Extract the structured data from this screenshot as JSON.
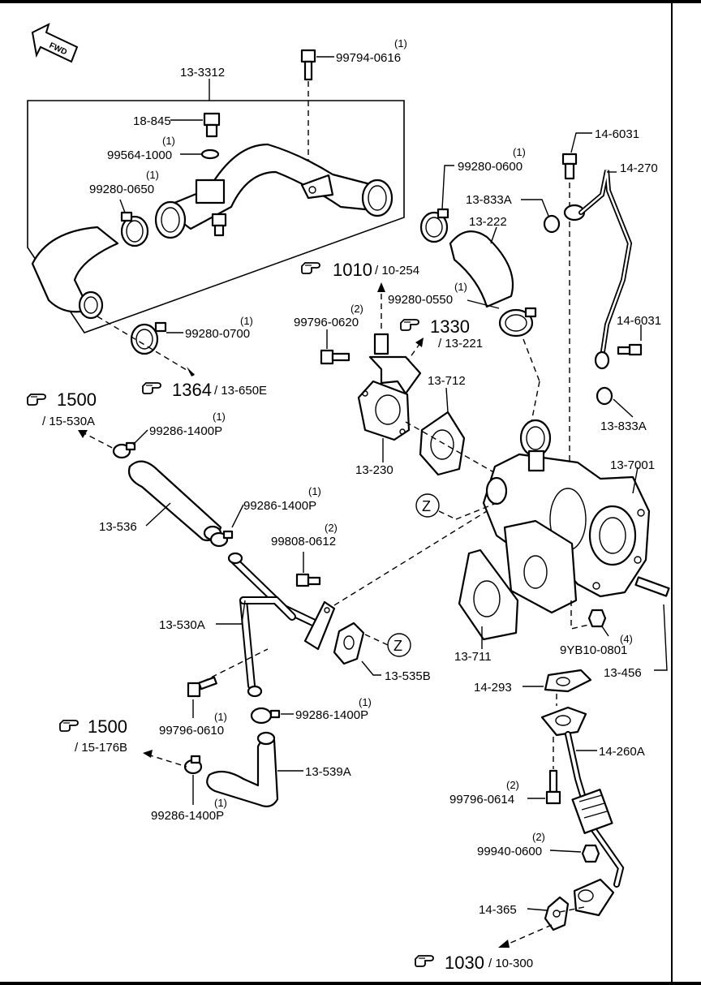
{
  "fwd_label": "FWD",
  "zone_label": "Z",
  "labels": {
    "p13_3312": "13-3312",
    "p99794_0616": "99794-0616",
    "q99794_0616": "(1)",
    "p18_845": "18-845",
    "p99564_1000": "99564-1000",
    "q99564_1000": "(1)",
    "p99280_0650": "99280-0650",
    "q99280_0650": "(1)",
    "p99280_0700": "99280-0700",
    "q99280_0700": "(1)",
    "p99280_0600": "99280-0600",
    "q99280_0600": "(1)",
    "p13_833A_top": "13-833A",
    "p13_222": "13-222",
    "p14_6031_top": "14-6031",
    "p14_270": "14-270",
    "p99280_0550": "99280-0550",
    "q99280_0550": "(1)",
    "p14_6031_mid": "14-6031",
    "p99796_0620": "99796-0620",
    "q99796_0620": "(2)",
    "p13_712": "13-712",
    "p13_230": "13-230",
    "p13_833A_mid": "13-833A",
    "p13_7001": "13-7001",
    "p99286_1400P_a": "99286-1400P",
    "q99286_1400P_a": "(1)",
    "p13_536": "13-536",
    "p99286_1400P_b": "99286-1400P",
    "q99286_1400P_b": "(1)",
    "p99808_0612": "99808-0612",
    "q99808_0612": "(2)",
    "p13_530A": "13-530A",
    "p13_535B": "13-535B",
    "p13_711": "13-711",
    "p9YB10_0801": "9YB10-0801",
    "q9YB10_0801": "(4)",
    "p13_456": "13-456",
    "p14_293": "14-293",
    "p99796_0610": "99796-0610",
    "q99796_0610": "(1)",
    "p99286_1400P_c": "99286-1400P",
    "q99286_1400P_c": "(1)",
    "p14_260A": "14-260A",
    "p13_539A": "13-539A",
    "p99286_1400P_d": "99286-1400P",
    "q99286_1400P_d": "(1)",
    "p99796_0614": "99796-0614",
    "q99796_0614": "(2)",
    "p99940_0600": "99940-0600",
    "q99940_0600": "(2)",
    "p14_365": "14-365"
  },
  "refs": {
    "r1010": {
      "code": "1010",
      "sub": "/ 10-254"
    },
    "r1330": {
      "code": "1330",
      "sub": "/ 13-221"
    },
    "r1364": {
      "code": "1364",
      "sub": "/ 13-650E"
    },
    "r1500a": {
      "code": "1500",
      "sub": "/ 15-530A"
    },
    "r1500b": {
      "code": "1500",
      "sub": "/ 15-176B"
    },
    "r1030": {
      "code": "1030",
      "sub": "/ 10-300"
    }
  },
  "icons": {
    "reference": "pointing-hand-icon",
    "forward": "fwd-arrow-icon"
  }
}
